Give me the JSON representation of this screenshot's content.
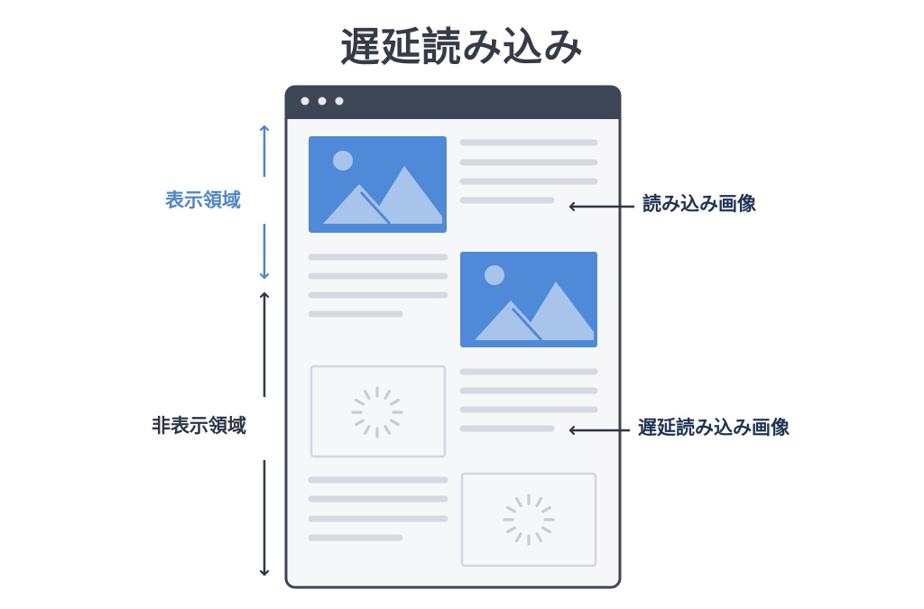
{
  "title": "遅延読み込み",
  "regions": {
    "visible_label": "表示領域",
    "hidden_label": "非表示領域"
  },
  "annotations": {
    "loaded_image": "読み込み画像",
    "lazy_image": "遅延読み込み画像"
  },
  "colors": {
    "visible_accent": "#4f86c9",
    "dark": "#353c47",
    "image_fill": "#4f8ad8",
    "placeholder_border": "#d3d6dc",
    "text_line": "#d6d9df",
    "browser_bar": "#3d4654"
  }
}
